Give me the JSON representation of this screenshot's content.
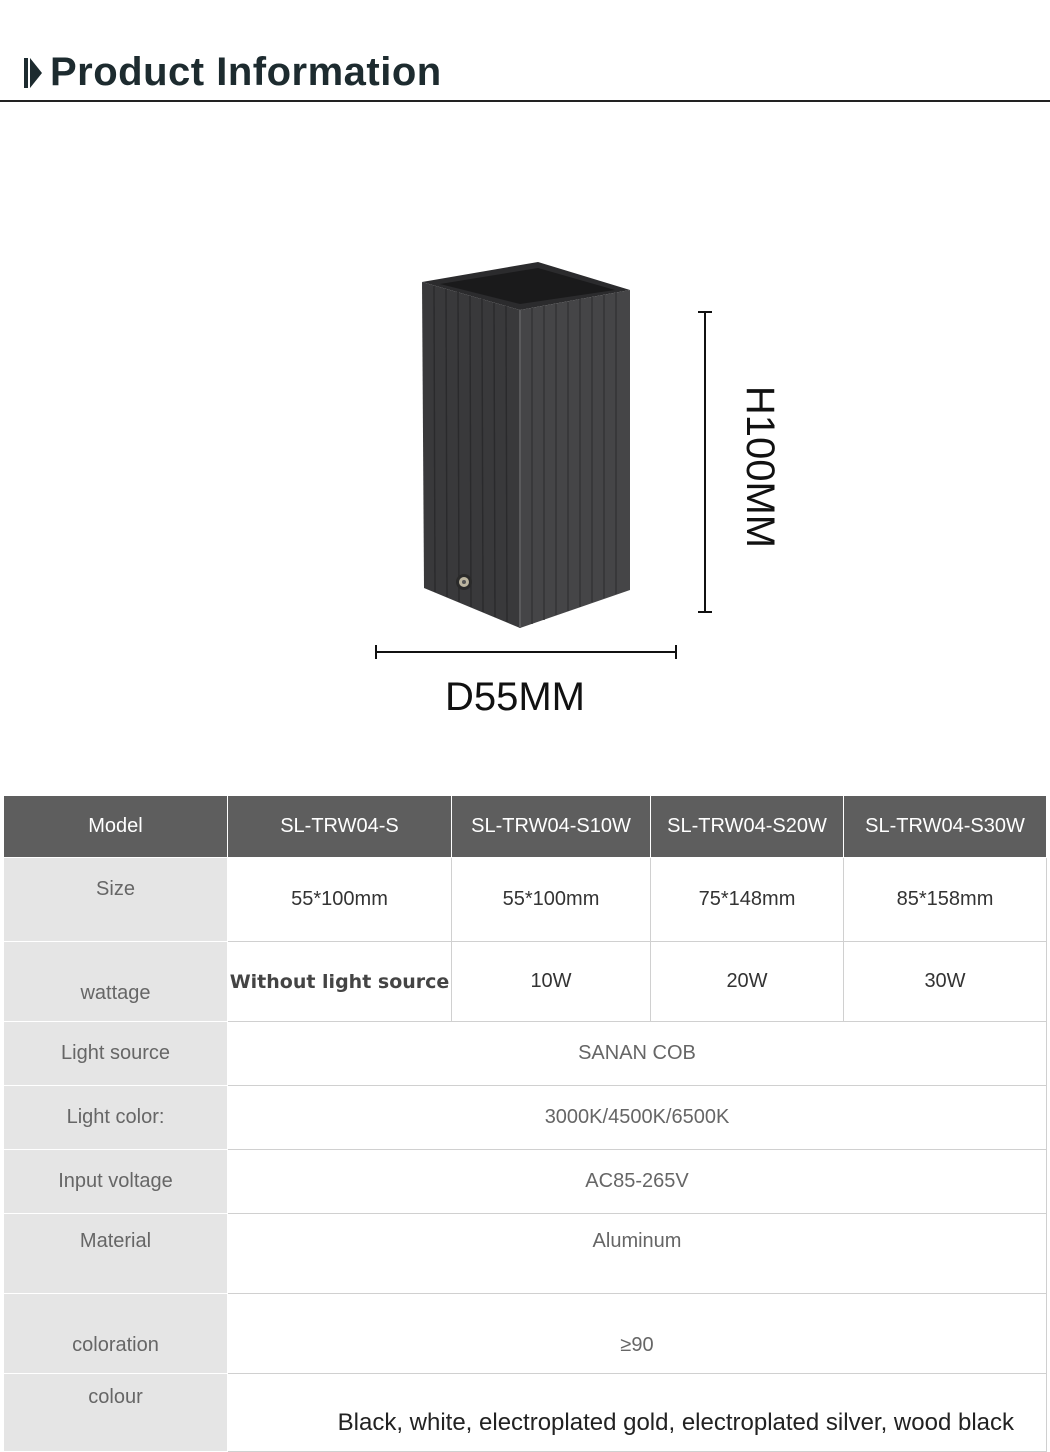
{
  "header": {
    "title": "Product Information",
    "title_color": "#1d2b2f"
  },
  "product": {
    "icon": "black-square-downlight",
    "body_color": "#3a3a3c",
    "width_label": "D55MM",
    "height_label": "H100MM"
  },
  "table": {
    "header_bg": "#5e5e5e",
    "label_bg": "#e5e5e5",
    "head": {
      "label": "Model",
      "models": [
        "SL-TRW04-S",
        "SL-TRW04-S10W",
        "SL-TRW04-S20W",
        "SL-TRW04-S30W"
      ]
    },
    "size": {
      "label": "Size",
      "values": [
        "55*100mm",
        "55*100mm",
        "75*148mm",
        "85*158mm"
      ]
    },
    "wattage": {
      "label": "wattage",
      "values": [
        "Without light source",
        "10W",
        "20W",
        "30W"
      ]
    },
    "light_source": {
      "label": "Light source",
      "value": "SANAN COB"
    },
    "light_color": {
      "label": "Light color:",
      "value": "3000K/4500K/6500K"
    },
    "input_voltage": {
      "label": "Input voltage",
      "value": "AC85-265V"
    },
    "material": {
      "label": "Material",
      "value": "Aluminum"
    },
    "coloration": {
      "label": "coloration",
      "value": "≥90"
    },
    "colour": {
      "label": "colour",
      "value": "Black, white, electroplated gold, electroplated silver, wood black"
    }
  }
}
